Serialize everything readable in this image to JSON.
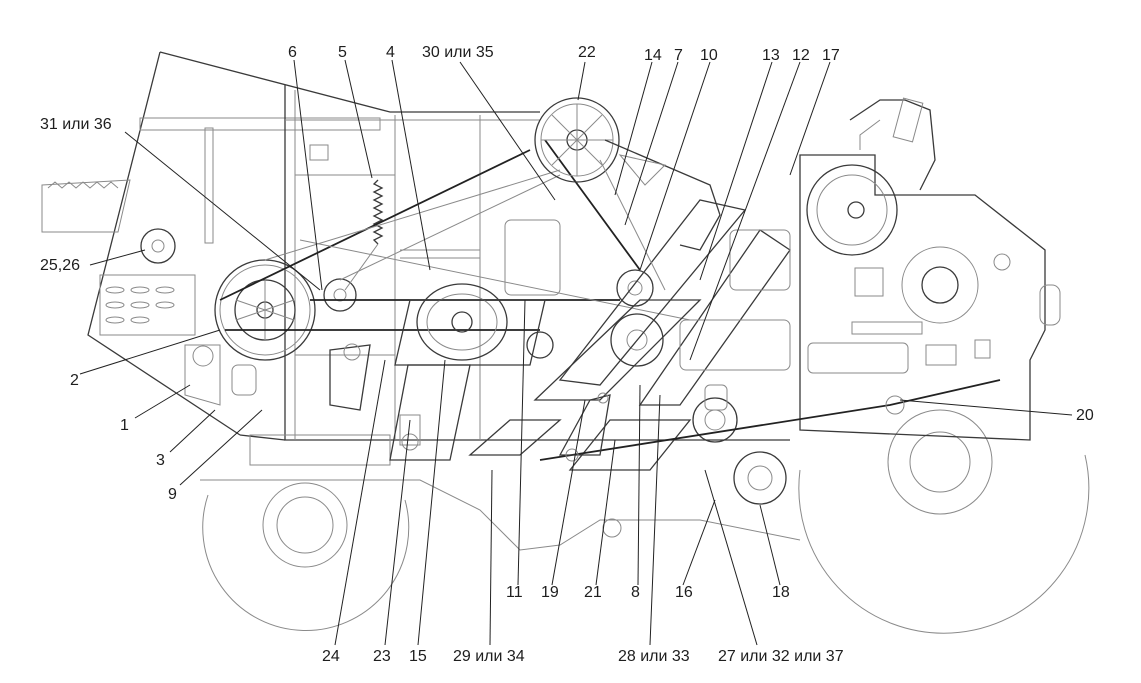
{
  "diagram": {
    "labels": {
      "l1": "1",
      "l2": "2",
      "l3": "3",
      "l4": "4",
      "l5": "5",
      "l6": "6",
      "l7": "7",
      "l8": "8",
      "l9": "9",
      "l10": "10",
      "l11": "11",
      "l12": "12",
      "l13": "13",
      "l14": "14",
      "l15": "15",
      "l16": "16",
      "l17": "17",
      "l18": "18",
      "l19": "19",
      "l20": "20",
      "l21": "21",
      "l22": "22",
      "l23": "23",
      "l24": "24",
      "l25_26": "25,26",
      "l27_32_37": "27 или 32 или 37",
      "l28_33": "28 или 33",
      "l29_34": "29 или 34",
      "l30_35": "30 или 35",
      "l31_36": "31 или 36"
    }
  }
}
